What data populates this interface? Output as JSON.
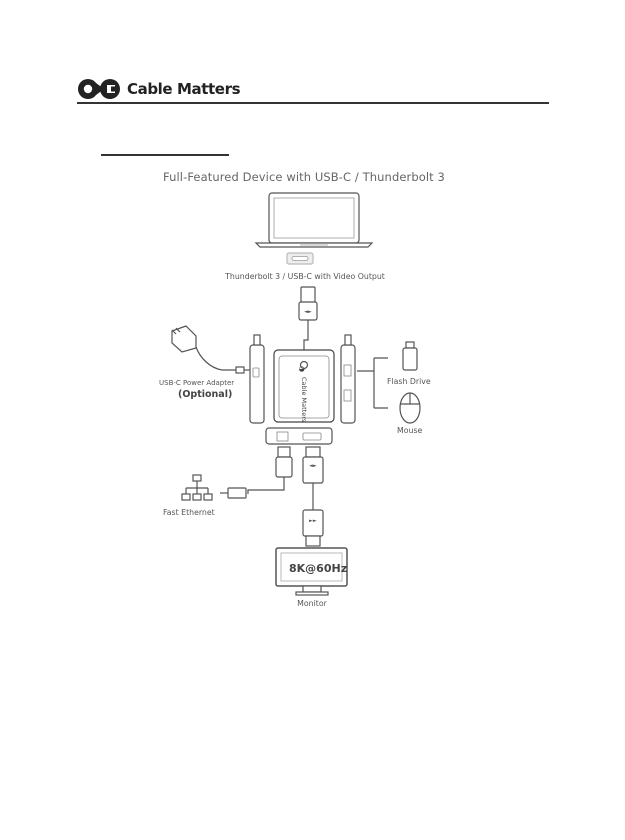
{
  "brand": {
    "name": "Cable Matters",
    "device_label": "Cable Matters"
  },
  "diagram": {
    "title": "Full-Featured Device with USB-C / Thunderbolt 3",
    "laptop_port_label": "Thunderbolt 3 / USB-C with Video Output",
    "power_adapter_label": "USB-C Power Adapter",
    "optional_label": "(Optional)",
    "flash_drive_label": "Flash Drive",
    "mouse_label": "Mouse",
    "ethernet_label": "Fast Ethernet",
    "monitor_resolution": "8K@60Hz",
    "monitor_label": "Monitor"
  },
  "colors": {
    "ink": "#333333",
    "line": "#555555",
    "muted": "#888888"
  }
}
